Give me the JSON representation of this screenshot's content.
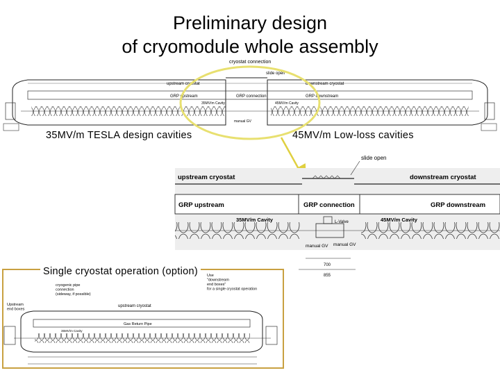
{
  "title": {
    "line1": "Preliminary design",
    "line2": "of cryomodule  whole assembly"
  },
  "captions": {
    "left": "35MV/m TESLA design cavities",
    "right": "45MV/m Low-loss cavities",
    "option": "Single cryostat operation (option)"
  },
  "top_drawing": {
    "cryostat_connection": "cryostat connection",
    "slide_open": "slide open",
    "upstream_cryostat": "upstream cryostat",
    "downstream_cryostat": "downstream cryostat",
    "grp_upstream": "GRP upstream",
    "grp_connection": "GRP connection",
    "grp_downstream": "GRP downstream",
    "cavity_35": "35MV/m Cavity",
    "cavity_45": "45MV/m Cavity",
    "manual_gv": "manual GV"
  },
  "zoom_drawing": {
    "slide_open": "slide open",
    "upstream_cryostat": "upstream cryostat",
    "downstream_cryostat": "downstream cryostat",
    "grp_upstream": "GRP upstream",
    "grp_connection": "GRP connection",
    "grp_downstream": "GRP downstream",
    "cavity_35": "35MV/m Cavity",
    "cavity_45": "45MV/m Cavity",
    "l_valve": "L-Valve",
    "manual_gv_left": "manual GV",
    "manual_gv_right": "manual GV",
    "dim_700": "700",
    "dim_855": "855"
  },
  "option_drawing": {
    "cryogenic_pipe": "cryogenic pipe\nconnection\n(sideway, if possible)",
    "use_note": "Use\n\"downstream\nend boxes\"\nfor a single cryostat operation",
    "upstream_end_boxes": "Upstream\nend boxes",
    "upstream_cryostat": "upstream cryostat",
    "gas_return_pipe": "Gas Return Pipe",
    "cavity_label": "35MV/m Cavity"
  },
  "colors": {
    "highlight_circle": "#e8e070",
    "option_frame": "#c8a040",
    "arrow": "#e0d040"
  }
}
